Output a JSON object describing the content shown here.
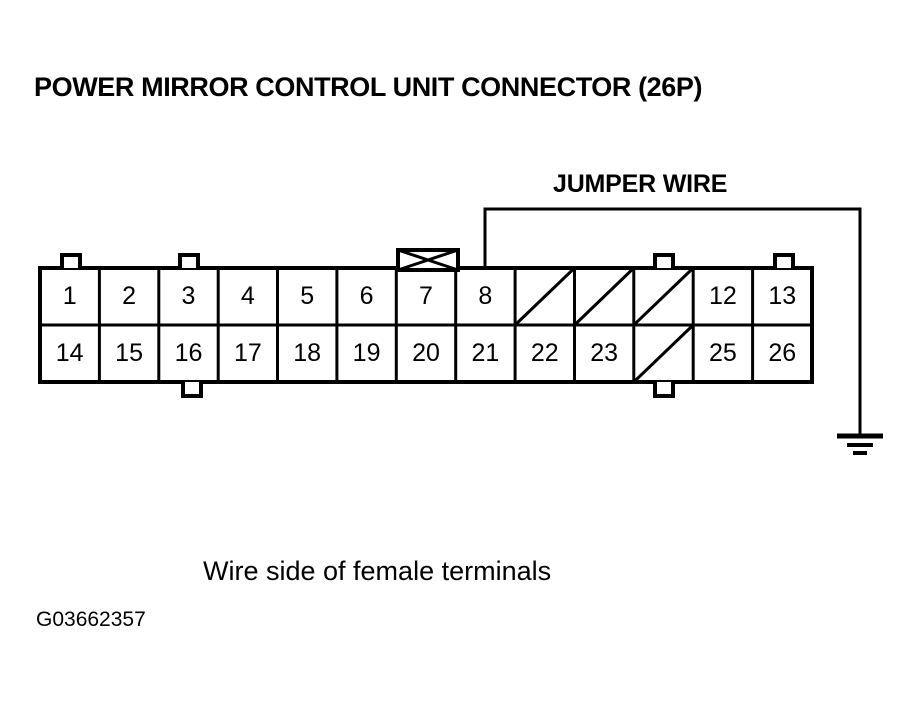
{
  "title": "POWER MIRROR CONTROL UNIT CONNECTOR (26P)",
  "jumper_label": "JUMPER WIRE",
  "caption": "Wire side of female terminals",
  "code": "G03662357",
  "colors": {
    "line": "#000000",
    "background": "#ffffff",
    "text": "#000000"
  },
  "connector": {
    "name": "POWER MIRROR CONTROL UNIT CONNECTOR",
    "pin_count": "26P",
    "columns": 13,
    "rows": 2,
    "top_row": [
      {
        "label": "1",
        "blank": false
      },
      {
        "label": "2",
        "blank": false
      },
      {
        "label": "3",
        "blank": false
      },
      {
        "label": "4",
        "blank": false
      },
      {
        "label": "5",
        "blank": false
      },
      {
        "label": "6",
        "blank": false
      },
      {
        "label": "7",
        "blank": false
      },
      {
        "label": "8",
        "blank": false
      },
      {
        "label": "",
        "blank": true
      },
      {
        "label": "",
        "blank": true
      },
      {
        "label": "",
        "blank": true
      },
      {
        "label": "12",
        "blank": false
      },
      {
        "label": "13",
        "blank": false
      }
    ],
    "bottom_row": [
      {
        "label": "14",
        "blank": false
      },
      {
        "label": "15",
        "blank": false
      },
      {
        "label": "16",
        "blank": false
      },
      {
        "label": "17",
        "blank": false
      },
      {
        "label": "18",
        "blank": false
      },
      {
        "label": "19",
        "blank": false
      },
      {
        "label": "20",
        "blank": false
      },
      {
        "label": "21",
        "blank": false
      },
      {
        "label": "22",
        "blank": false
      },
      {
        "label": "23",
        "blank": false
      },
      {
        "label": "",
        "blank": true
      },
      {
        "label": "25",
        "blank": false
      },
      {
        "label": "26",
        "blank": false
      }
    ]
  },
  "annotations": {
    "jumper_connects_pin": "8",
    "jumper_terminates_at": "ground"
  }
}
